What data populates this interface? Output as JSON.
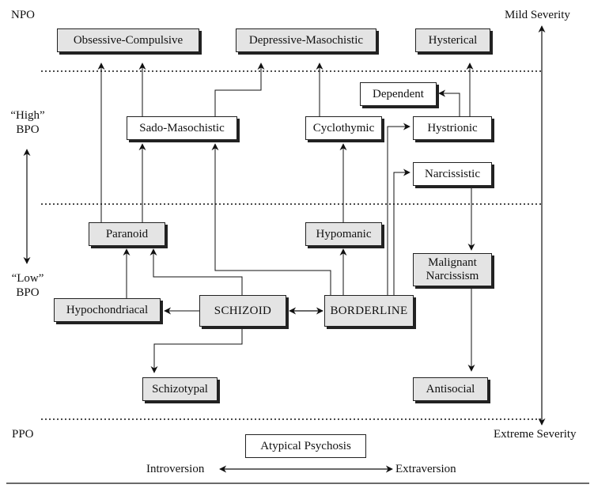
{
  "levels": {
    "npo": "NPO",
    "high_bpo": "“High” BPO",
    "low_bpo": "“Low” BPO",
    "ppo": "PPO"
  },
  "severity": {
    "mild": "Mild Severity",
    "extreme": "Extreme Severity"
  },
  "axis": {
    "introversion": "Introversion",
    "extraversion": "Extraversion"
  },
  "boxes": {
    "obsessive_compulsive": "Obsessive-Compulsive",
    "depressive_masochistic": "Depressive-Masochistic",
    "hysterical": "Hysterical",
    "dependent": "Dependent",
    "sado_masochistic": "Sado-Masochistic",
    "cyclothymic": "Cyclothymic",
    "hystrionic": "Hystrionic",
    "narcissistic": "Narcissistic",
    "paranoid": "Paranoid",
    "hypomanic": "Hypomanic",
    "malignant_narcissism": "Malignant Narcissism",
    "hypochondriacal": "Hypochondriacal",
    "schizoid": "SCHIZOID",
    "borderline": "BORDERLINE",
    "schizotypal": "Schizotypal",
    "antisocial": "Antisocial",
    "atypical_psychosis": "Atypical Psychosis"
  }
}
